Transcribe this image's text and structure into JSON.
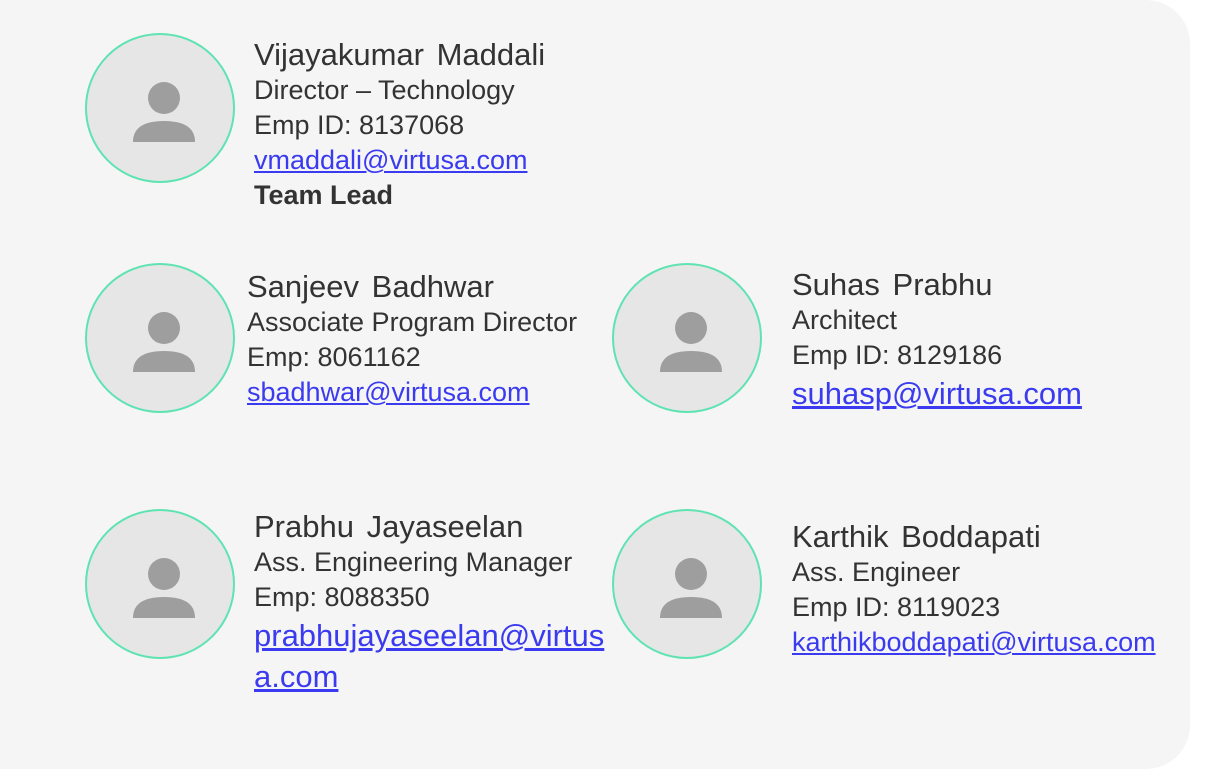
{
  "accent_color": "#5fe3b2",
  "link_color": "#3a3af0",
  "avatar_icon": "person-icon",
  "members": [
    {
      "name": "Vijayakumar Maddali",
      "title": "Director – Technology",
      "emp": "Emp ID: 8137068",
      "email": "vmaddali@virtusa.com",
      "role": "Team Lead"
    },
    {
      "name": "Sanjeev Badhwar",
      "title": "Associate Program Director",
      "emp": "Emp: 8061162",
      "email": "sbadhwar@virtusa.com"
    },
    {
      "name": "Suhas Prabhu",
      "title": "Architect",
      "emp": "Emp ID: 8129186",
      "email": "suhasp@virtusa.com"
    },
    {
      "name": "Prabhu Jayaseelan",
      "title": "Ass. Engineering Manager",
      "emp": "Emp: 8088350",
      "email": "prabhujayaseelan@virtusa.com"
    },
    {
      "name": "Karthik Boddapati",
      "title": "Ass. Engineer",
      "emp": "Emp ID: 8119023",
      "email": "karthikboddapati@virtusa.com"
    }
  ]
}
